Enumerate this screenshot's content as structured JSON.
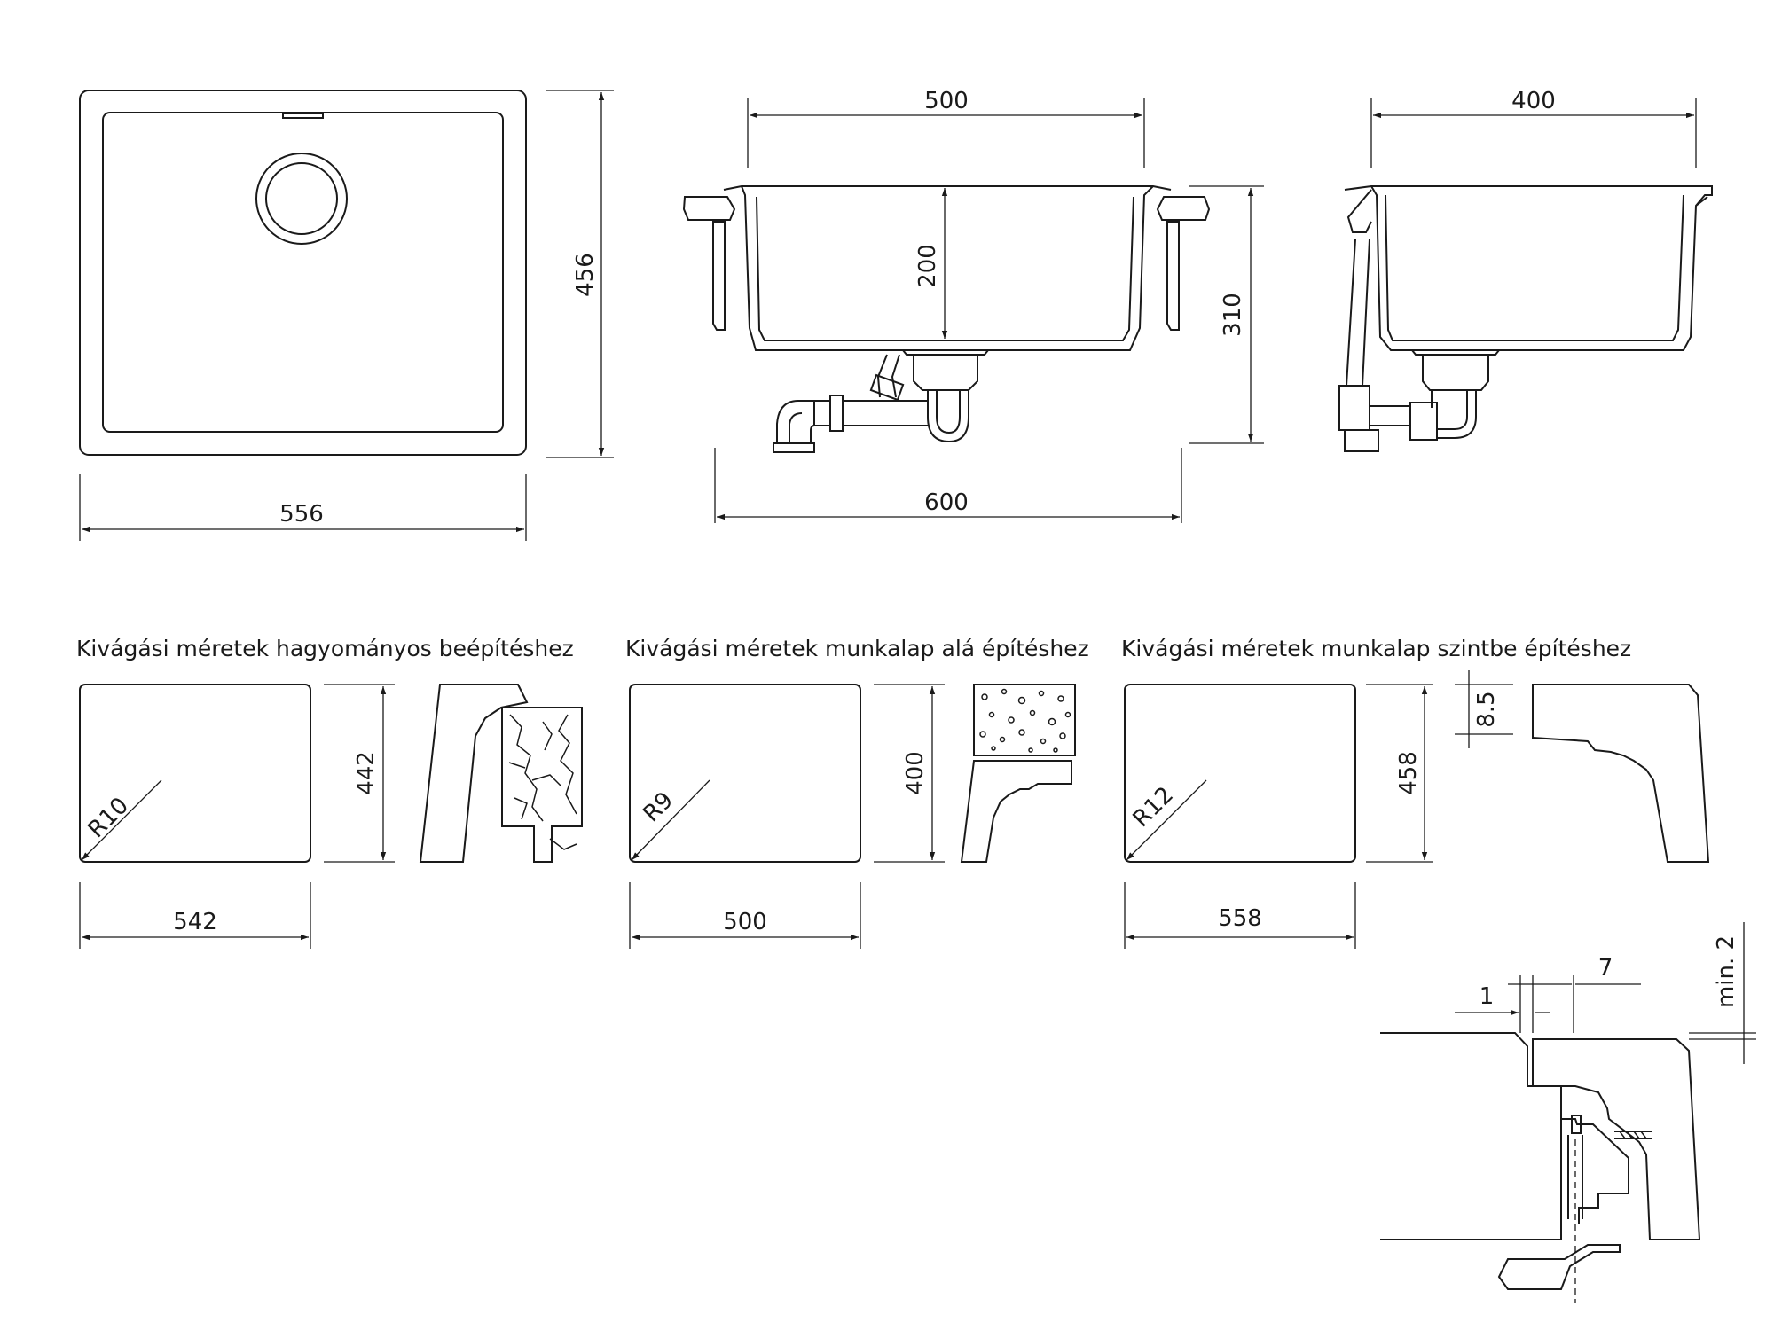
{
  "views": {
    "top": {
      "width": "556",
      "depth": "456"
    },
    "front": {
      "bowl_width": "500",
      "bowl_depth": "200",
      "overall_width": "600",
      "overall_height": "310"
    },
    "side": {
      "bowl_width": "400"
    }
  },
  "cutouts": [
    {
      "caption": "Kivágási méretek hagyományos beépítéshez",
      "width": "542",
      "height": "442",
      "radius": "R10"
    },
    {
      "caption": "Kivágási méretek munkalap alá építéshez",
      "width": "500",
      "height": "400",
      "radius": "R9"
    },
    {
      "caption": "Kivágási méretek munkalap szintbe építéshez",
      "width": "558",
      "height": "458",
      "radius": "R12",
      "step": "8.5"
    }
  ],
  "detail": {
    "gap": "1",
    "offset": "7",
    "min_depth": "min. 2"
  },
  "colors": {
    "line": "#1a1a1a",
    "background": "#ffffff"
  }
}
